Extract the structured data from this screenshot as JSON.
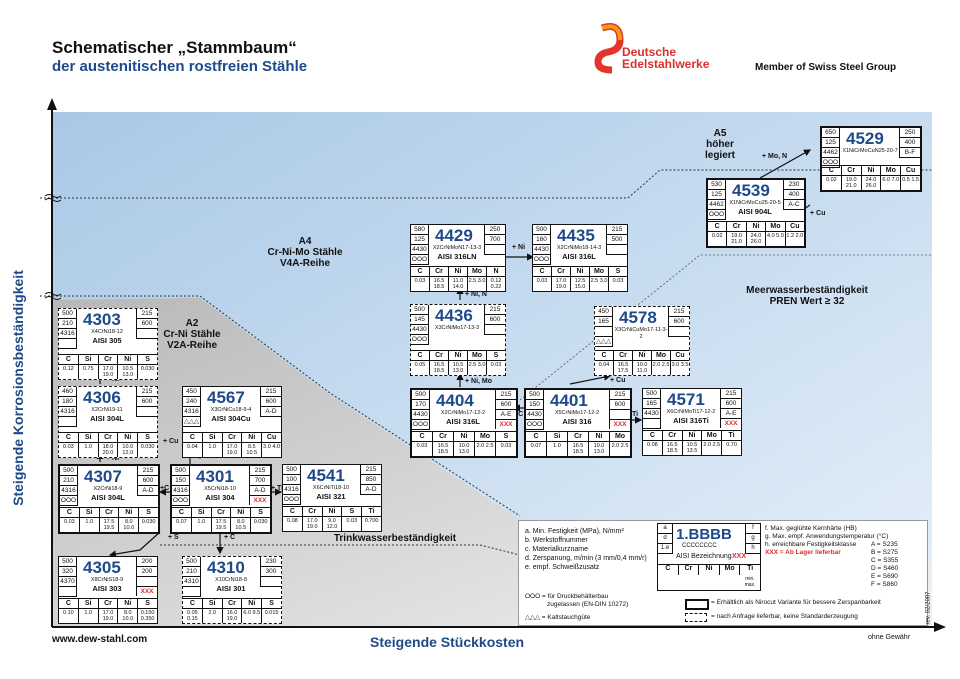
{
  "header": {
    "title_line1": "Schematischer „Stammbaum“",
    "title_line2": "der austenitischen rostfreien Stähle",
    "brand_line1": "Deutsche",
    "brand_line2": "Edelstahlwerke",
    "member": "Member of Swiss Steel Group"
  },
  "regions": {
    "a5": {
      "l1": "A5",
      "l2": "höher legiert"
    },
    "a4": {
      "l1": "A4",
      "l2": "Cr-Ni-Mo Stähle",
      "l3": "V4A-Reihe"
    },
    "a2": {
      "l1": "A2",
      "l2": "Cr-Ni Stähle",
      "l3": "V2A-Reihe"
    },
    "meer": {
      "l1": "Meerwasserbeständigkeit",
      "l2": "PREN Wert ≥ 32"
    },
    "trink": "Trinkwasserbeständigkeit"
  },
  "axes": {
    "y": "Steigende Korrosionsbeständigkeit",
    "x": "Steigende Stückkosten"
  },
  "footer": {
    "url": "www.dew-stahl.com",
    "note_right": "ohne Gewähr",
    "rev": "rev. 02/2007"
  },
  "cards": [
    {
      "id": "4303",
      "num": "4303",
      "desig": "X4CrNi18-12",
      "aisi": "AISI 305",
      "a": "500",
      "b": "210",
      "c": "4316",
      "d": "",
      "f": "215",
      "g": "600",
      "h": "",
      "elems": [
        "C",
        "Si",
        "Cr",
        "Ni",
        "S"
      ],
      "vals": [
        "0.12",
        "0.75",
        "17.0 19.0",
        "10.5 13.0",
        "0.030"
      ]
    },
    {
      "id": "4306",
      "num": "4306",
      "desig": "X2CrNi19-11",
      "aisi": "AISI 304L",
      "a": "460",
      "b": "180",
      "c": "4316",
      "d": "",
      "f": "215",
      "g": "600",
      "h": "",
      "elems": [
        "C",
        "Si",
        "Cr",
        "Ni",
        "S"
      ],
      "vals": [
        "0.03",
        "1.0",
        "18.0 20.0",
        "10.0 12.0",
        "0.030"
      ]
    },
    {
      "id": "4307",
      "num": "4307",
      "desig": "X2CrNi18-9",
      "aisi": "AISI 304L",
      "a": "500",
      "b": "210",
      "c": "4316",
      "d": "OOO",
      "f": "215",
      "g": "600",
      "h": "A-D",
      "elems": [
        "C",
        "Si",
        "Cr",
        "Ni",
        "S"
      ],
      "vals": [
        "0.03",
        "1.0",
        "17.5 19.5",
        "8.0 10.0",
        "0.030"
      ]
    },
    {
      "id": "4567",
      "num": "4567",
      "desig": "X3CrNiCu18-9-4",
      "aisi": "AISI 304Cu",
      "a": "450",
      "b": "240",
      "c": "4316",
      "d": "△△△",
      "f": "215",
      "g": "600",
      "h": "A-D",
      "elems": [
        "C",
        "Si",
        "Cr",
        "Ni",
        "Cu"
      ],
      "vals": [
        "0.04",
        "1.0",
        "17.0 19.0",
        "8.5 10.5",
        "3.0 4.0"
      ]
    },
    {
      "id": "4301",
      "num": "4301",
      "desig": "X5CrNi18-10",
      "aisi": "AISI 304",
      "a": "500",
      "b": "150",
      "c": "4316",
      "d": "OOO",
      "f": "215",
      "g": "700",
      "h": "A-D",
      "xxx": "XXX",
      "elems": [
        "C",
        "Si",
        "Cr",
        "Ni",
        "S"
      ],
      "vals": [
        "0.07",
        "1.0",
        "17.5 19.5",
        "8.0 10.5",
        "0.030"
      ]
    },
    {
      "id": "4541",
      "num": "4541",
      "desig": "X6CrNiTi18-10",
      "aisi": "AISI 321",
      "a": "500",
      "b": "100",
      "c": "4316",
      "d": "OOO",
      "f": "215",
      "g": "850",
      "h": "A-D",
      "elems": [
        "C",
        "Cr",
        "Ni",
        "S",
        "Ti"
      ],
      "vals": [
        "0.08",
        "17.0 19.0",
        "9.0 12.0",
        "0.03",
        "0.700"
      ]
    },
    {
      "id": "4305",
      "num": "4305",
      "desig": "X8CrNiS18-9",
      "aisi": "AISI 303",
      "a": "500",
      "b": "320",
      "c": "4370",
      "d": "",
      "f": "200",
      "g": "200",
      "h": "",
      "xxx": "XXX",
      "elems": [
        "C",
        "Si",
        "Cr",
        "Ni",
        "S"
      ],
      "vals": [
        "0.10",
        "1.0",
        "17.0 19.0",
        "8.0 10.0",
        "0.150 0.350"
      ]
    },
    {
      "id": "4310",
      "num": "4310",
      "desig": "X10CrNi18-8",
      "aisi": "AISI 301",
      "a": "500",
      "b": "210",
      "c": "4310",
      "d": "",
      "f": "230",
      "g": "300",
      "h": "",
      "elems": [
        "C",
        "Si",
        "Cr",
        "Ni",
        "S"
      ],
      "vals": [
        "0.05 0.15",
        "2.0",
        "16.0 19.0",
        "6.0 9.5",
        "0.015"
      ]
    },
    {
      "id": "4429",
      "num": "4429",
      "desig": "X2CrNiMoN17-13-3",
      "aisi": "AISI 316LN",
      "a": "580",
      "b": "125",
      "c": "4430",
      "d": "OOO",
      "f": "250",
      "g": "700",
      "h": "",
      "elems": [
        "C",
        "Cr",
        "Ni",
        "Mo",
        "N"
      ],
      "vals": [
        "0.03",
        "16.5 18.5",
        "11.0 14.0",
        "2.5 3.0",
        "0.12 0.22"
      ]
    },
    {
      "id": "4435",
      "num": "4435",
      "desig": "X2CrNiMo18-14-3",
      "aisi": "AISI 316L",
      "a": "500",
      "b": "160",
      "c": "4430",
      "d": "OOO",
      "f": "215",
      "g": "500",
      "h": "",
      "elems": [
        "C",
        "Cr",
        "Ni",
        "Mo",
        "S"
      ],
      "vals": [
        "0.03",
        "17.0 19.0",
        "12.5 15.0",
        "2.5 3.0",
        "0.03"
      ]
    },
    {
      "id": "4436",
      "num": "4436",
      "desig": "X3CrNiMo17-13-3",
      "aisi": "",
      "a": "500",
      "b": "145",
      "c": "4430",
      "d": "OOO",
      "f": "215",
      "g": "600",
      "h": "",
      "elems": [
        "C",
        "Cr",
        "Ni",
        "Mo",
        "S"
      ],
      "vals": [
        "0.05",
        "16.5 18.5",
        "10.5 13.0",
        "2.5 3.0",
        "0.03"
      ]
    },
    {
      "id": "4578",
      "num": "4578",
      "desig": "X3CrNiCuMo17-11-3-2",
      "aisi": "",
      "a": "450",
      "b": "165",
      "c": "",
      "d": "△△△",
      "f": "215",
      "g": "600",
      "h": "",
      "elems": [
        "C",
        "Cr",
        "Ni",
        "Mo",
        "Cu"
      ],
      "vals": [
        "0.04",
        "16.5 17.5",
        "10.0 11.0",
        "2.0 2.5",
        "3.0 3.5"
      ]
    },
    {
      "id": "4404",
      "num": "4404",
      "desig": "X2CrNiMo17-12-2",
      "aisi": "AISI 316L",
      "a": "500",
      "b": "170",
      "c": "4430",
      "d": "OOO",
      "f": "215",
      "g": "600",
      "h": "A-E",
      "xxx": "XXX",
      "elems": [
        "C",
        "Cr",
        "Ni",
        "Mo",
        "S"
      ],
      "vals": [
        "0.03",
        "16.5 18.5",
        "10.0 13.0",
        "2.0 2.5",
        "0.03"
      ]
    },
    {
      "id": "4401",
      "num": "4401",
      "desig": "X5CrNiMo17-12-2",
      "aisi": "AISI 316",
      "a": "500",
      "b": "150",
      "c": "4430",
      "d": "OOO",
      "f": "215",
      "g": "600",
      "h": "",
      "xxx": "XXX",
      "elems": [
        "C",
        "Si",
        "Cr",
        "Ni",
        "Mo"
      ],
      "vals": [
        "0.07",
        "1.0",
        "16.5 18.5",
        "10.0 13.0",
        "2.0 2.5"
      ]
    },
    {
      "id": "4571",
      "num": "4571",
      "desig": "X6CrNiMoTi17-12-2",
      "aisi": "AISI 316Ti",
      "a": "500",
      "b": "165",
      "c": "4430",
      "d": "",
      "f": "215",
      "g": "600",
      "h": "A-E",
      "xxx": "XXX",
      "elems": [
        "C",
        "Cr",
        "Ni",
        "Mo",
        "Ti"
      ],
      "vals": [
        "0.08",
        "16.5 18.5",
        "10.5 13.5",
        "2.0 2.5",
        "0.70"
      ]
    },
    {
      "id": "4539",
      "num": "4539",
      "desig": "X1NiCrMoCu25-20-5",
      "aisi": "AISI 904L",
      "a": "530",
      "b": "125",
      "c": "4462",
      "d": "OOO",
      "f": "230",
      "g": "400",
      "h": "A-C",
      "elems": [
        "C",
        "Cr",
        "Ni",
        "Mo",
        "Cu"
      ],
      "vals": [
        "0.02",
        "19.0 21.0",
        "24.0 26.0",
        "4.0 5.0",
        "1.2 2.0"
      ]
    },
    {
      "id": "4529",
      "num": "4529",
      "desig": "X1NiCrMoCuN25-20-7",
      "aisi": "",
      "a": "650",
      "b": "125",
      "c": "4462",
      "d": "OOO",
      "f": "250",
      "g": "400",
      "h": "B-F",
      "elems": [
        "C",
        "Cr",
        "Ni",
        "Mo",
        "Cu"
      ],
      "vals": [
        "0.02",
        "19.0 21.0",
        "24.0 26.0",
        "6.0 7.0",
        "0.5 1.5"
      ]
    }
  ],
  "arrows": {
    "ni1": "+ Ni",
    "ni2": "+ Ni",
    "cu1": "+ Cu",
    "c1": "+C",
    "ti1": "+ Ti",
    "s1": "+ S",
    "c2": "+ C",
    "nimo": "+ Ni, Mo",
    "nin": "+ Ni, N",
    "ni3": "+ Ni",
    "cu2": "+ Cu",
    "c3": "+C",
    "ti2": "+ Ti",
    "mon": "+ Mo, N",
    "cu3": "+ Cu"
  },
  "legend": {
    "items": [
      "a. Min. Festigkeit (MPa), N/mm²",
      "b. Werkstoffnummer",
      "c. Materialkurzname",
      "d. Zerspanung, m/min (3 mm/0,4 mm/r)",
      "e. empf. Schweißzusatz"
    ],
    "sample_num": "1.BBBB",
    "sample_sub": "CCCCCCCC",
    "sample_aisi": "AISI Bezeichnung",
    "sample_xxx": "XXX",
    "sample_letters": [
      "a",
      "d",
      "1.e",
      "f",
      "g",
      "h"
    ],
    "sample_elems": [
      "C",
      "Cr",
      "Ni",
      "Mo",
      "Ti"
    ],
    "sample_minmax": "min. max.",
    "right_items": [
      "f. Max. geglühte Kernhärte (HB)",
      "g. Max. empf. Anwendungstemperatur (°C)",
      "h. erreichbare Festigkeitsklasse"
    ],
    "xxx_note": "XXX = Ab Lager lieferbar",
    "classes": [
      "A = S235",
      "B = S275",
      "C = S355",
      "D = S460",
      "E = S690",
      "F = S860"
    ],
    "ooo_note1": "OOO = für Druckbehälterbau",
    "ooo_note2": "zugelassen (EN-DIN 10272)",
    "tri_note": "△△△ = Kaltstauchgüte",
    "box_note1": "= Erhältlich als Nirocut Variante für bessere Zerspanbarkeit",
    "box_note2": "= nach Anfrage lieferbar, keine Standarderzeugung"
  },
  "colors": {
    "blue": "#1e4a8a",
    "bg_blue": "#c8dcef",
    "bg_gray": "#dcdcdc",
    "red": "#d8312a"
  }
}
